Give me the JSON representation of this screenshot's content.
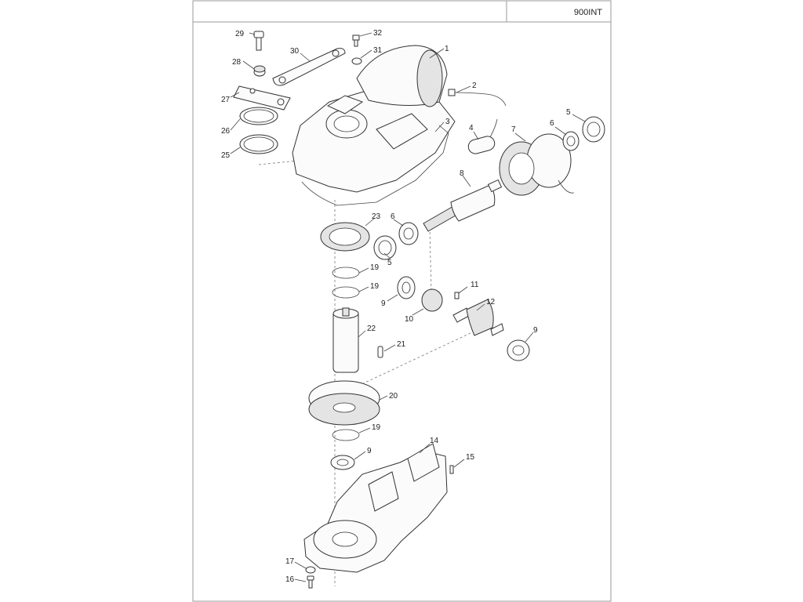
{
  "header": {
    "model": "900INT"
  },
  "callouts": {
    "p1": "1",
    "p2": "2",
    "p3": "3",
    "p4": "4",
    "p5a": "5",
    "p5b": "5",
    "p6a": "6",
    "p6b": "6",
    "p7": "7",
    "p8": "8",
    "p9a": "9",
    "p9b": "9",
    "p9c": "9",
    "p10": "10",
    "p11": "11",
    "p12": "12",
    "p14": "14",
    "p15": "15",
    "p16": "16",
    "p17": "17",
    "p19a": "19",
    "p19b": "19",
    "p19c": "19",
    "p20": "20",
    "p21": "21",
    "p22": "22",
    "p23": "23",
    "p25": "25",
    "p26": "26",
    "p27": "27",
    "p28": "28",
    "p29": "29",
    "p30": "30",
    "p31": "31",
    "p32": "32"
  }
}
